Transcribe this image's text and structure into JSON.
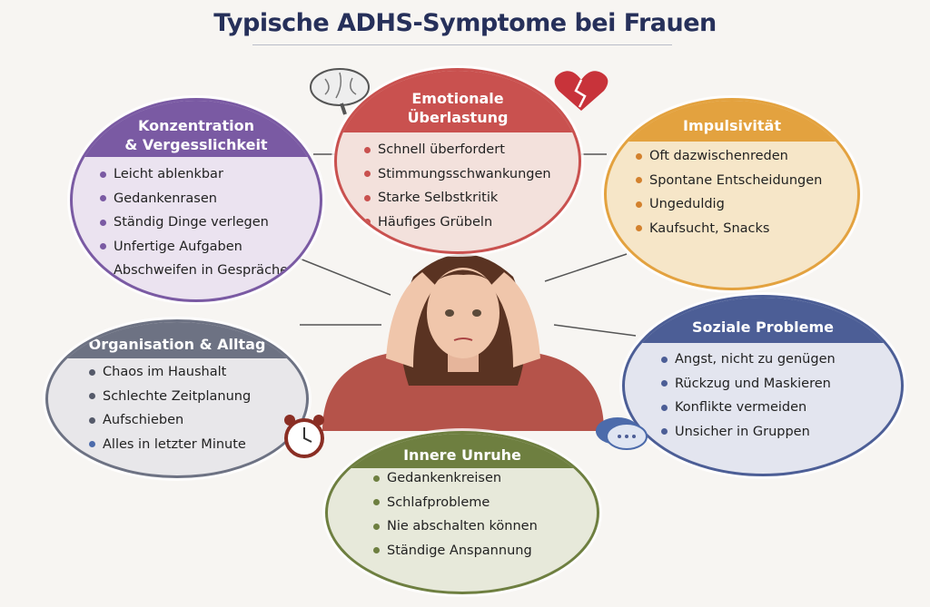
{
  "title": "Typische ADHS-Symptome bei Frauen",
  "colors": {
    "purple": "#7a5aa3",
    "red": "#c9514f",
    "orange": "#e3a23f",
    "gray": "#6d7283",
    "blue": "#4c5e96",
    "green": "#6e7f40"
  },
  "boxes": {
    "konzentration": {
      "title_1": "Konzentration",
      "title_2": "& Vergesslichkeit",
      "items": [
        "Leicht ablenkbar",
        "Gedankenrasen",
        "Ständig Dinge verlegen",
        "Unfertige Aufgaben"
      ],
      "extra": "Abschweifen in Gesprächen"
    },
    "emotional": {
      "title_1": "Emotionale",
      "title_2": "Überlastung",
      "items": [
        "Schnell überfordert",
        "Stimmungsschwankungen",
        "Starke Selbstkritik",
        "Häufiges Grübeln"
      ]
    },
    "impuls": {
      "title": "Impulsivität",
      "items": [
        "Oft dazwischenreden",
        "Spontane Entscheidungen",
        "Ungeduldig",
        "Kaufsucht, Snacks"
      ]
    },
    "organisation": {
      "title": "Organisation & Alltag",
      "items": [
        "Chaos im Haushalt",
        "Schlechte Zeitplanung",
        "Aufschieben",
        "Alles in letzter Minute"
      ]
    },
    "sozial": {
      "title": "Soziale Probleme",
      "items": [
        "Angst, nicht zu genügen",
        "Rückzug und Maskieren",
        "Konflikte vermeiden",
        "Unsicher in Gruppen"
      ]
    },
    "unruhe": {
      "title": "Innere Unruhe",
      "items": [
        "Gedankenkreisen",
        "Schlafprobleme",
        "Nie abschalten können",
        "Ständige Anspannung"
      ]
    }
  }
}
